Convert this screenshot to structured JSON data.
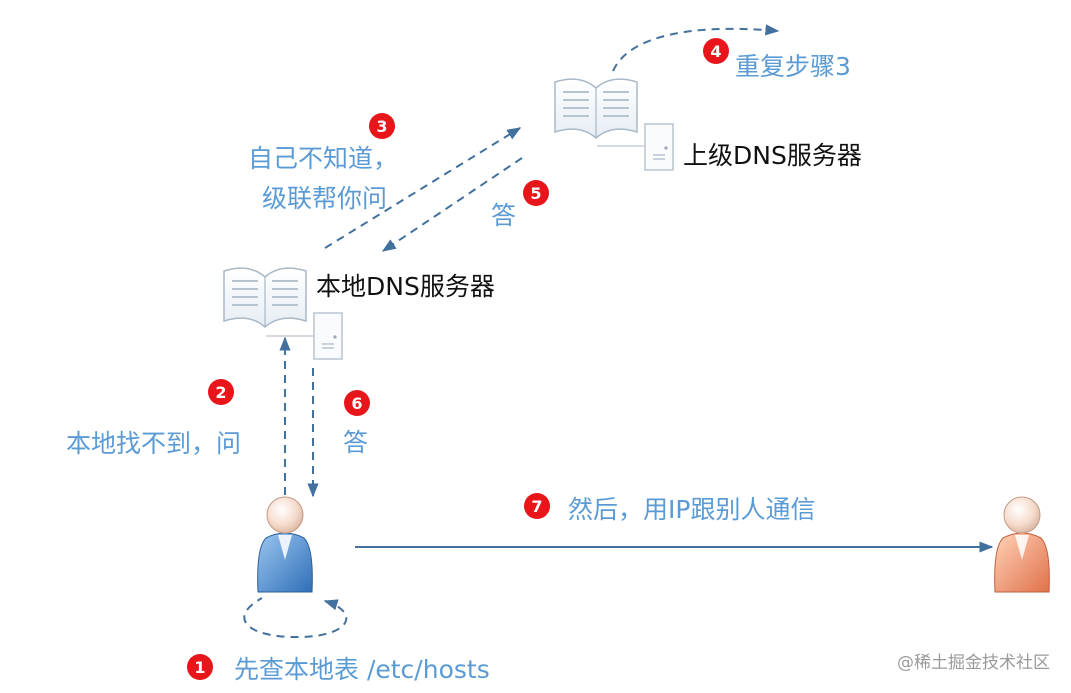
{
  "nodes": {
    "local_dns_label": "本地DNS服务器",
    "upper_dns_label": "上级DNS服务器"
  },
  "steps": [
    {
      "number": "1",
      "text": "先查本地表 /etc/hosts"
    },
    {
      "number": "2",
      "text": "本地找不到，问"
    },
    {
      "number": "3",
      "lines": [
        "自己不知道，",
        "级联帮你问"
      ]
    },
    {
      "number": "4",
      "text": "重复步骤3"
    },
    {
      "number": "5",
      "text": "答"
    },
    {
      "number": "6",
      "text": "答"
    },
    {
      "number": "7",
      "text": "然后，用IP跟别人通信"
    }
  ],
  "watermark": "@稀土掘金技术社区",
  "colors": {
    "label_blue": "#5b9bd5",
    "arrow_blue": "#41719c",
    "badge_red": "#e8161b",
    "user_blue": "#4f8fd6",
    "user_orange": "#f0a07a"
  },
  "icons": {
    "dns_server": "book-server-icon",
    "client": "user-icon",
    "peer": "user-icon"
  }
}
